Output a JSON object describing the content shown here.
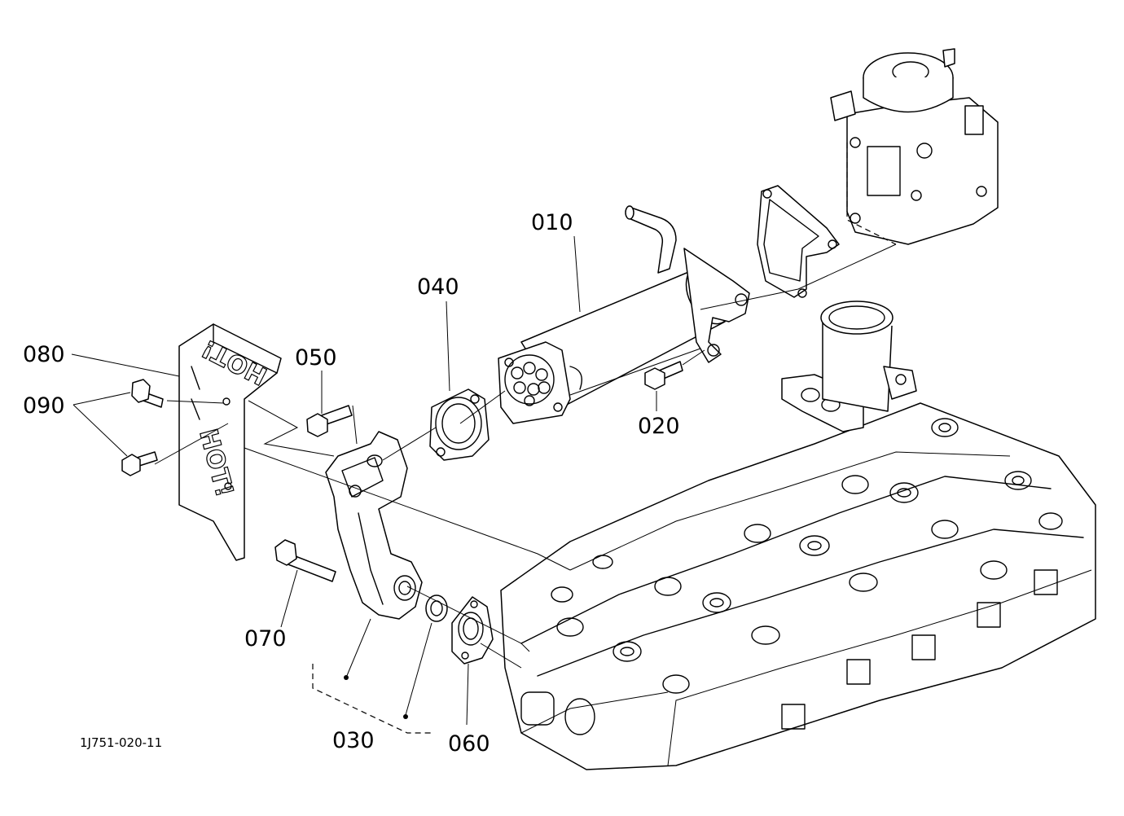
{
  "labels": {
    "p010": "010",
    "p020": "020",
    "p030": "030",
    "p040": "040",
    "p050": "050",
    "p060": "060",
    "p070": "070",
    "p080": "080",
    "p090": "090"
  },
  "plate_text": "HOT!",
  "drawing_ref": "1J751-020-11"
}
